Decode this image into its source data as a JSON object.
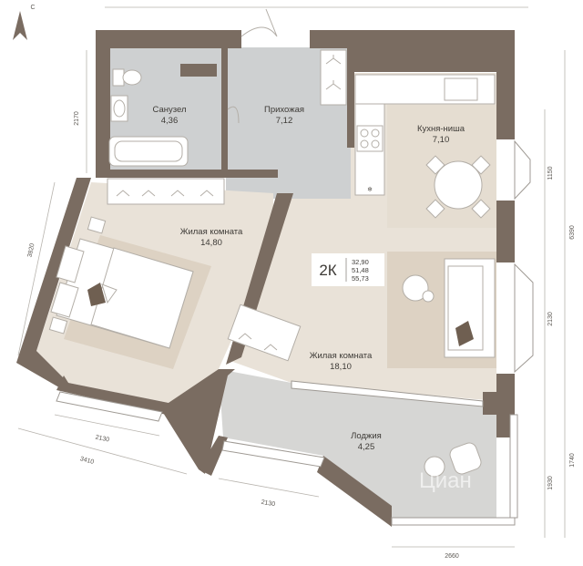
{
  "compass": {
    "label": "С"
  },
  "rooms": {
    "bathroom": {
      "name": "Санузел",
      "area": "4,36"
    },
    "hallway": {
      "name": "Прихожая",
      "area": "7,12"
    },
    "kitchen": {
      "name": "Кухня-ниша",
      "area": "7,10"
    },
    "bedroom": {
      "name": "Жилая комната",
      "area": "14,80"
    },
    "living": {
      "name": "Жилая комната",
      "area": "18,10"
    },
    "loggia": {
      "name": "Лоджия",
      "area": "4,25"
    }
  },
  "summary": {
    "rooms_label": "2К",
    "living_area": "32,90",
    "total_area": "51,48",
    "total_with_loggia": "55,73"
  },
  "dimensions": {
    "left_upper": "2170",
    "left_lower": "3820",
    "right_upper": "1150",
    "right_total": "6390",
    "right_middle": "2130",
    "right_loggia_outer": "1740",
    "right_loggia_inner": "1930",
    "bottom_bedroom_window": "2130",
    "bottom_bedroom": "3410",
    "bottom_living_window": "2130",
    "bottom_loggia": "2660"
  },
  "watermark": {
    "text": "Циан"
  },
  "colors": {
    "wall": "#7a6c61",
    "wet_zone": "#ced0d1",
    "floor_parquet": "#e9e2d8",
    "rug": "#ddd2c3",
    "loggia_floor": "#d6d6d4",
    "outline": "#b3aea7"
  }
}
